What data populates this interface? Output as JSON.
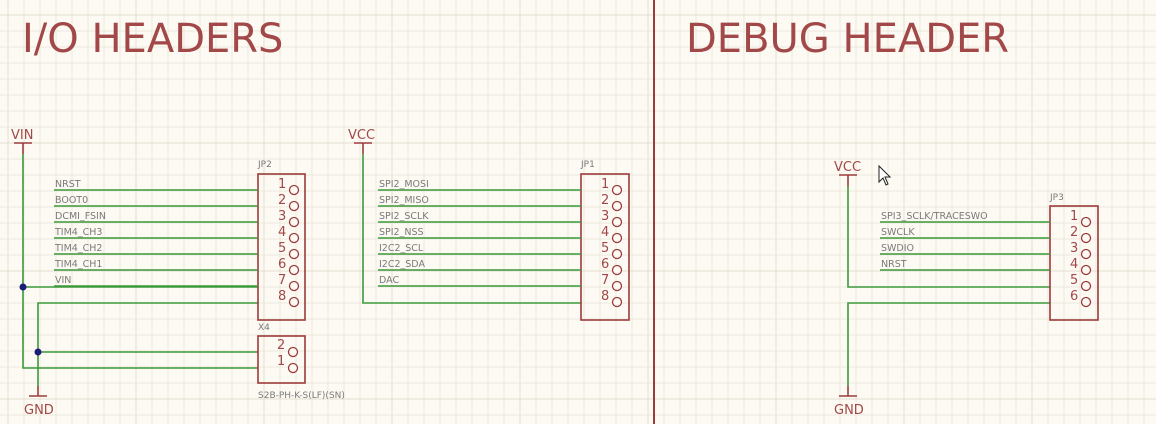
{
  "titles": {
    "io": "I/O HEADERS",
    "debug": "DEBUG HEADER"
  },
  "power": {
    "vin": "VIN",
    "vcc1": "VCC",
    "vcc2": "VCC",
    "gnd1": "GND",
    "gnd2": "GND"
  },
  "jp2": {
    "ref": "JP2",
    "pins": [
      "1",
      "2",
      "3",
      "4",
      "5",
      "6",
      "7",
      "8"
    ],
    "nets": [
      "NRST",
      "BOOT0",
      "DCMI_FSIN",
      "TIM4_CH3",
      "TIM4_CH2",
      "TIM4_CH1",
      "VIN"
    ]
  },
  "jp1": {
    "ref": "JP1",
    "pins": [
      "1",
      "2",
      "3",
      "4",
      "5",
      "6",
      "7",
      "8"
    ],
    "nets": [
      "SPI2_MOSI",
      "SPI2_MISO",
      "SPI2_SCLK",
      "SPI2_NSS",
      "I2C2_SCL",
      "I2C2_SDA",
      "DAC"
    ]
  },
  "x4": {
    "ref": "X4",
    "value": "S2B-PH-K-S(LF)(SN)",
    "pins": [
      "2",
      "1"
    ]
  },
  "jp3": {
    "ref": "JP3",
    "pins": [
      "1",
      "2",
      "3",
      "4",
      "5",
      "6"
    ],
    "nets": [
      "SPI3_SCLK/TRACESWO",
      "SWCLK",
      "SWDIO",
      "NRST"
    ]
  },
  "colors": {
    "wire": "#3b9a3b",
    "part": "#9c3b3b",
    "junction": "#1c1c7a",
    "background": "#fdfaf3"
  },
  "icons": {
    "cursor": "mouse-pointer-icon"
  }
}
